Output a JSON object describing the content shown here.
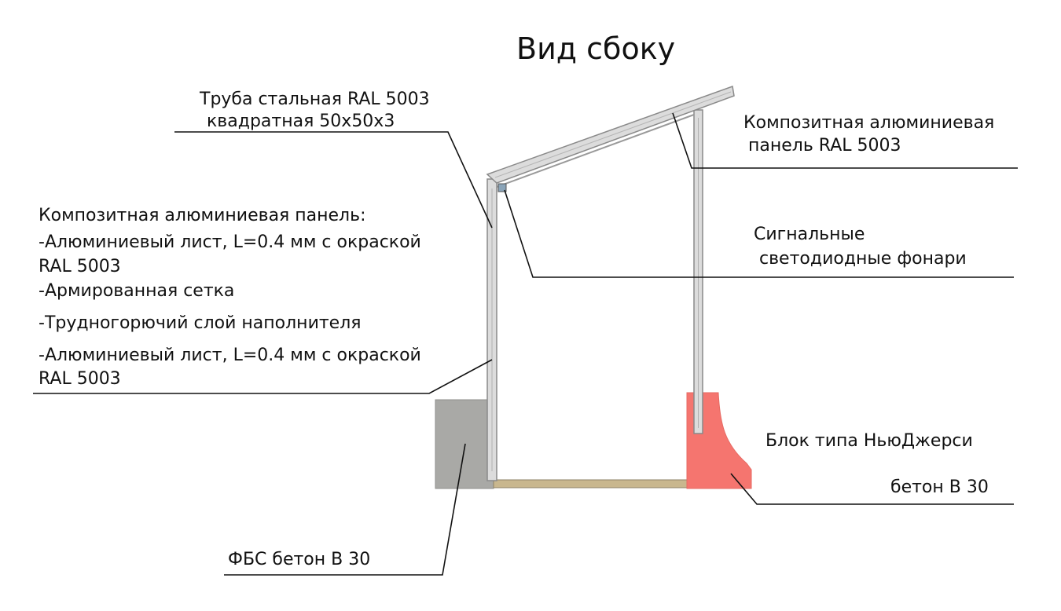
{
  "title": "Вид сбоку",
  "labels": {
    "pipe_line1": "Труба стальная RAL 5003",
    "pipe_line2": "квадратная 50х50х3",
    "roof_panel_line1": "Композитная алюминиевая",
    "roof_panel_line2": "панель RAL 5003",
    "panel_spec": [
      "Композитная алюминиевая панель:",
      "-Алюминиевый лист, L=0.4 мм с окраской",
      "RAL 5003",
      "-Армированная сетка",
      "-Трудногорючий слой наполнителя",
      "-Алюминиевый лист, L=0.4 мм с окраской",
      "RAL 5003"
    ],
    "signal_line1": "Сигнальные",
    "signal_line2": "светодиодные фонари",
    "nj_block_line1": "Блок типа НьюДжерси",
    "nj_block_line2": "бетон В 30",
    "fbs_block": "ФБС бетон В 30"
  },
  "colors": {
    "structure_stroke": "#8a8a8a",
    "structure_fill": "#dcdcdc",
    "fbs_fill": "#a9a9a6",
    "nj_fill": "#f5756f",
    "base_beam": "#c8b48a",
    "leader": "#111111"
  }
}
